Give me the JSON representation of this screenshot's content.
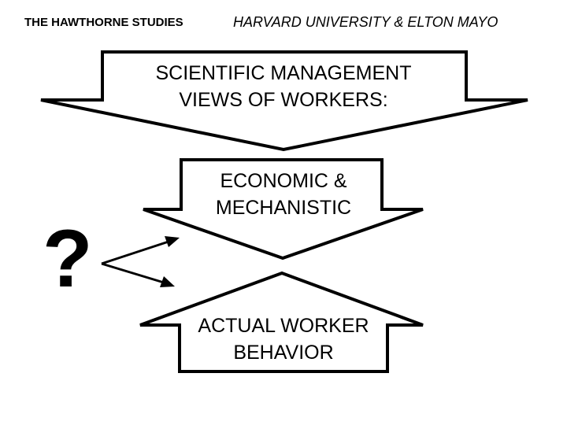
{
  "header": {
    "left_title": "THE HAWTHORNE STUDIES",
    "right_title": "HARVARD UNIVERSITY & ELTON MAYO"
  },
  "arrows": {
    "top": {
      "line1": "SCIENTIFIC MANAGEMENT",
      "line2": "VIEWS OF WORKERS:"
    },
    "middle": {
      "line1": "ECONOMIC &",
      "line2": "MECHANISTIC"
    },
    "bottom": {
      "line1": "ACTUAL WORKER",
      "line2": "BEHAVIOR"
    }
  },
  "question_mark": "?",
  "colors": {
    "stroke": "#000000",
    "fill": "#ffffff",
    "text": "#000000"
  }
}
